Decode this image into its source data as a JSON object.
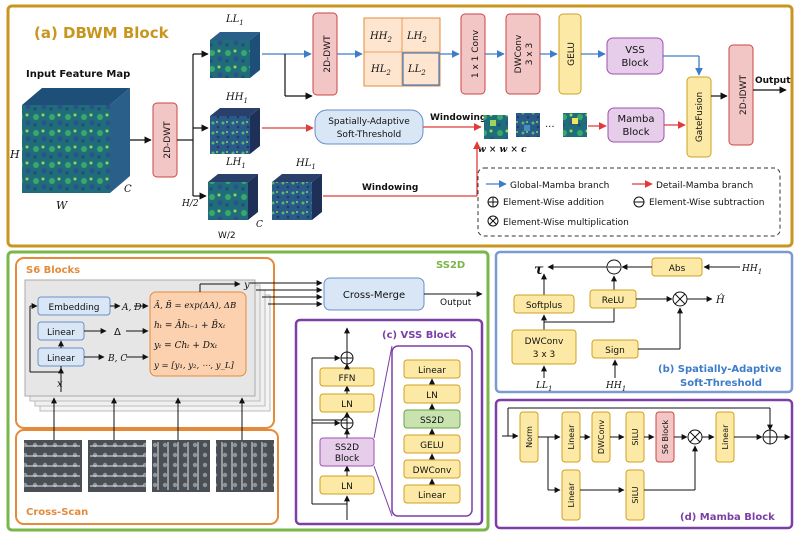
{
  "panel_a": {
    "title": "(a) DBWM Block",
    "input_label": "Input Feature Map",
    "dim_h": "H",
    "dim_w": "W",
    "dim_c": "C",
    "dwt_left": "2D-DWT",
    "ll1": "LL",
    "ll1_sub": "1",
    "hh1": "HH",
    "hh1_sub": "1",
    "lh1": "LH",
    "lh1_sub": "1",
    "hl1": "HL",
    "hl1_sub": "1",
    "h_half": "H/2",
    "w_half": "W/2",
    "c_small": "C",
    "dwt_top": "2D-DWT",
    "grid": {
      "hh2": "HH",
      "hh2_sub": "2",
      "lh2": "LH",
      "lh2_sub": "2",
      "hl2": "HL",
      "hl2_sub": "2",
      "ll2": "LL",
      "ll2_sub": "2"
    },
    "conv1x1": "1 x 1 Conv",
    "dwconv_a": "DWConv",
    "dwconv_a2": "3 x 3",
    "gelu_a": "GELU",
    "vss_a": "VSS",
    "vss_a2": "Block",
    "gatefusion": "GateFusion",
    "idwt": "2D-IDWT",
    "output_a": "Output",
    "sast_1": "Spatially-Adaptive",
    "sast_2": "Soft-Threshold",
    "windowing_1": "Windowing",
    "windowing_2": "Windowing",
    "window_dim": "w × w × c",
    "window_dots": "...",
    "mamba_a": "Mamba",
    "mamba_a2": "Block",
    "legend": {
      "global": "Global-Mamba branch",
      "detail": "Detail-Mamba branch",
      "add": "Element-Wise addition",
      "sub": "Element-Wise subtraction",
      "mul": "Element-Wise multiplication"
    }
  },
  "panel_ss2d": {
    "title": "SS2D",
    "s6_title": "S6 Blocks",
    "embedding": "Embedding",
    "linear1": "Linear",
    "linear2": "Linear",
    "ad": "A, D",
    "delta": "Δ",
    "bc": "B, C",
    "x_in": "x",
    "y_out": "y",
    "eq1": "Ā, B̄ = exp(ΔA), ΔB",
    "eq2": "hₜ = Āhₜ₋₁ + B̄xₜ",
    "eq3": "yₜ = Chₜ + Dxₜ",
    "eq4": "y = [y₁, y₂, ⋯, y_L]",
    "cross_merge": "Cross-Merge",
    "output": "Output",
    "cross_scan": "Cross-Scan"
  },
  "panel_b": {
    "title_1": "(b) Spatially-Adaptive",
    "title_2": "Soft-Threshold",
    "tau": "τ",
    "abs": "Abs",
    "hh1_top": "HH",
    "hh1_top_sub": "1",
    "softplus": "Softplus",
    "relu": "ReLU",
    "h_hat": "Ĥ",
    "dwconv": "DWConv",
    "dwconv2": "3 x 3",
    "sign": "Sign",
    "ll1": "LL",
    "ll1_sub": "1",
    "hh1": "HH",
    "hh1_sub": "1"
  },
  "panel_c": {
    "title": "(c) VSS Block",
    "ffn": "FFN",
    "ln_top": "LN",
    "ss2d_block_1": "SS2D",
    "ss2d_block_2": "Block",
    "ln_bottom": "LN",
    "detail": [
      "Linear",
      "LN",
      "SS2D",
      "GELU",
      "DWConv",
      "Linear"
    ]
  },
  "panel_d": {
    "title": "(d) Mamba Block",
    "norm": "Norm",
    "linear_a": "Linear",
    "dwconv": "DWConv",
    "silu_a": "SiLU",
    "s6": "S6 Block",
    "linear_out": "Linear",
    "linear_b": "Linear",
    "silu_b": "SiLU"
  },
  "colors": {
    "gold": "#c8961e",
    "green": "#7ab648",
    "blue_panel": "#7b9bd0",
    "purple": "#7b3fa6",
    "orange": "#e58a3a",
    "pink_fill": "#f3c6c6",
    "yellow_fill": "#fde9a6",
    "blue_fill": "#d8e6f6",
    "purple_fill": "#e6cdea",
    "arrow_blue": "#3d7cc9",
    "arrow_red": "#e23a3a"
  }
}
